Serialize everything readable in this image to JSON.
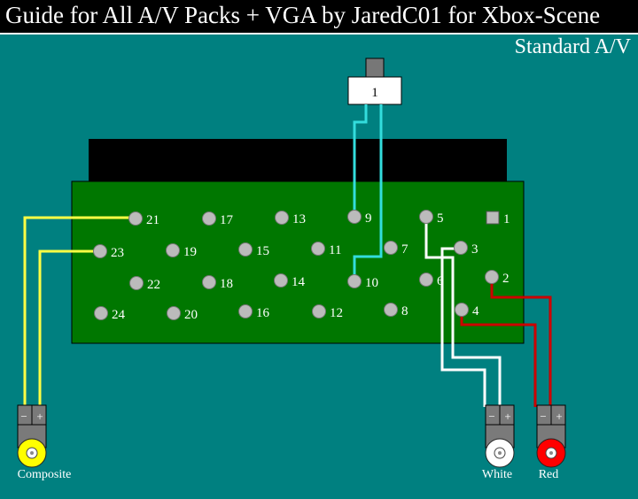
{
  "header": {
    "title": "Guide for All A/V Packs + VGA by JaredC01 for Xbox-Scene",
    "subtitle": "Standard A/V"
  },
  "switch": {
    "label": "1"
  },
  "pins": [
    {
      "label": "1"
    },
    {
      "label": "2"
    },
    {
      "label": "3"
    },
    {
      "label": "4"
    },
    {
      "label": "5"
    },
    {
      "label": "6"
    },
    {
      "label": "7"
    },
    {
      "label": "8"
    },
    {
      "label": "9"
    },
    {
      "label": "10"
    },
    {
      "label": "11"
    },
    {
      "label": "12"
    },
    {
      "label": "13"
    },
    {
      "label": "14"
    },
    {
      "label": "15"
    },
    {
      "label": "16"
    },
    {
      "label": "17"
    },
    {
      "label": "18"
    },
    {
      "label": "19"
    },
    {
      "label": "20"
    },
    {
      "label": "21"
    },
    {
      "label": "22"
    },
    {
      "label": "23"
    },
    {
      "label": "24"
    }
  ],
  "connectors": [
    {
      "label": "Composite",
      "color": "#ffff00",
      "minus": "−",
      "plus": "+"
    },
    {
      "label": "White",
      "color": "#ffffff",
      "minus": "−",
      "plus": "+"
    },
    {
      "label": "Red",
      "color": "#ff0000",
      "minus": "−",
      "plus": "+"
    }
  ],
  "colors": {
    "background": "#008080",
    "board": "#007700",
    "wire_cyan": "#33dddd",
    "wire_yellow": "#ffff44",
    "wire_white": "#ffffff",
    "wire_red": "#cc0000"
  }
}
